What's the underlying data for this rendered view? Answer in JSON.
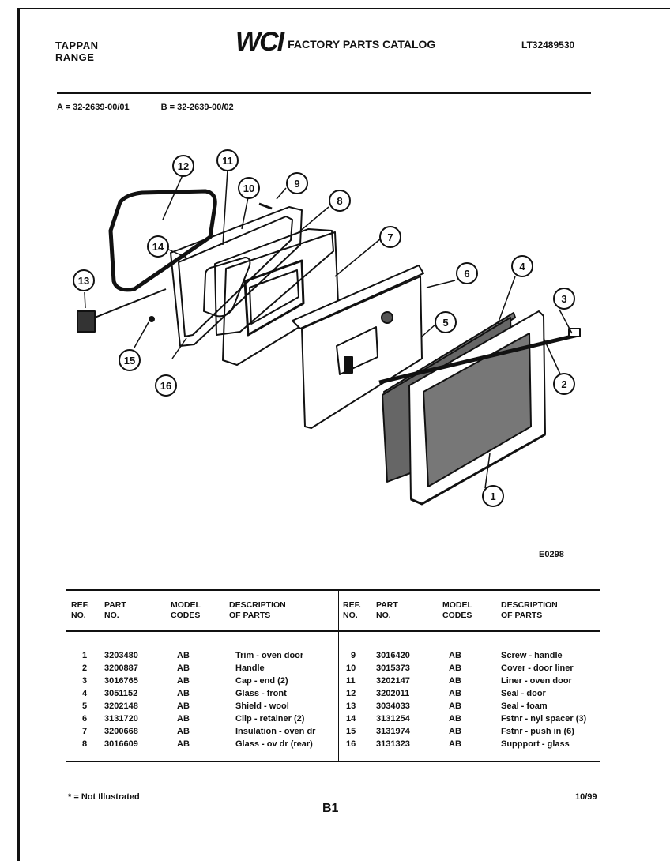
{
  "header": {
    "brand": "TAPPAN",
    "product": "RANGE",
    "logo": "WCI",
    "catalog_title": "FACTORY PARTS CATALOG",
    "catalog_number": "LT32489530"
  },
  "models": {
    "a": "A = 32-2639-00/01",
    "b": "B = 32-2639-00/02"
  },
  "diagram": {
    "code": "E0298",
    "callouts": [
      "1",
      "2",
      "3",
      "4",
      "5",
      "6",
      "7",
      "8",
      "9",
      "10",
      "11",
      "12",
      "13",
      "14",
      "15",
      "16"
    ]
  },
  "table": {
    "headers": {
      "ref": [
        "REF.",
        "NO."
      ],
      "part": [
        "PART",
        "NO."
      ],
      "model": [
        "MODEL",
        "CODES"
      ],
      "desc": [
        "DESCRIPTION",
        "OF PARTS"
      ]
    },
    "left": [
      {
        "ref": "1",
        "part": "3203480",
        "model": "AB",
        "desc": "Trim - oven door"
      },
      {
        "ref": "2",
        "part": "3200887",
        "model": "AB",
        "desc": "Handle"
      },
      {
        "ref": "3",
        "part": "3016765",
        "model": "AB",
        "desc": "Cap - end (2)"
      },
      {
        "ref": "4",
        "part": "3051152",
        "model": "AB",
        "desc": "Glass - front"
      },
      {
        "ref": "5",
        "part": "3202148",
        "model": "AB",
        "desc": "Shield - wool"
      },
      {
        "ref": "6",
        "part": "3131720",
        "model": "AB",
        "desc": "Clip - retainer (2)"
      },
      {
        "ref": "7",
        "part": "3200668",
        "model": "AB",
        "desc": "Insulation - oven dr"
      },
      {
        "ref": "8",
        "part": "3016609",
        "model": "AB",
        "desc": "Glass - ov dr (rear)"
      }
    ],
    "right": [
      {
        "ref": "9",
        "part": "3016420",
        "model": "AB",
        "desc": "Screw - handle"
      },
      {
        "ref": "10",
        "part": "3015373",
        "model": "AB",
        "desc": "Cover - door liner"
      },
      {
        "ref": "11",
        "part": "3202147",
        "model": "AB",
        "desc": "Liner - oven door"
      },
      {
        "ref": "12",
        "part": "3202011",
        "model": "AB",
        "desc": "Seal - door"
      },
      {
        "ref": "13",
        "part": "3034033",
        "model": "AB",
        "desc": "Seal - foam"
      },
      {
        "ref": "14",
        "part": "3131254",
        "model": "AB",
        "desc": "Fstnr - nyl spacer (3)"
      },
      {
        "ref": "15",
        "part": "3131974",
        "model": "AB",
        "desc": "Fstnr - push in (6)"
      },
      {
        "ref": "16",
        "part": "3131323",
        "model": "AB",
        "desc": "Suppport - glass"
      }
    ]
  },
  "footer": {
    "note": "* = Not Illustrated",
    "page": "B1",
    "date": "10/99"
  }
}
